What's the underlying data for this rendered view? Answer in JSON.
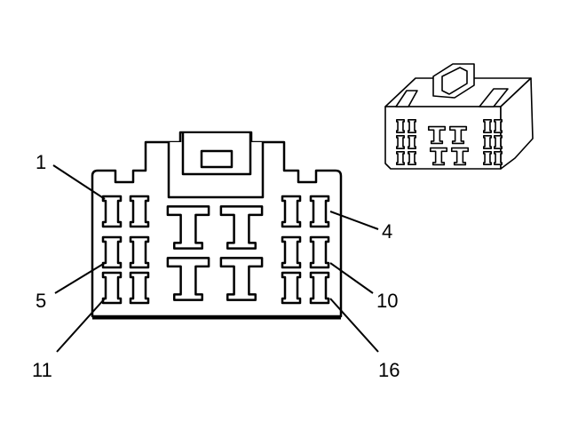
{
  "pin_labels": {
    "pin_1": "1",
    "pin_4": "4",
    "pin_5": "5",
    "pin_10": "10",
    "pin_11": "11",
    "pin_16": "16"
  }
}
